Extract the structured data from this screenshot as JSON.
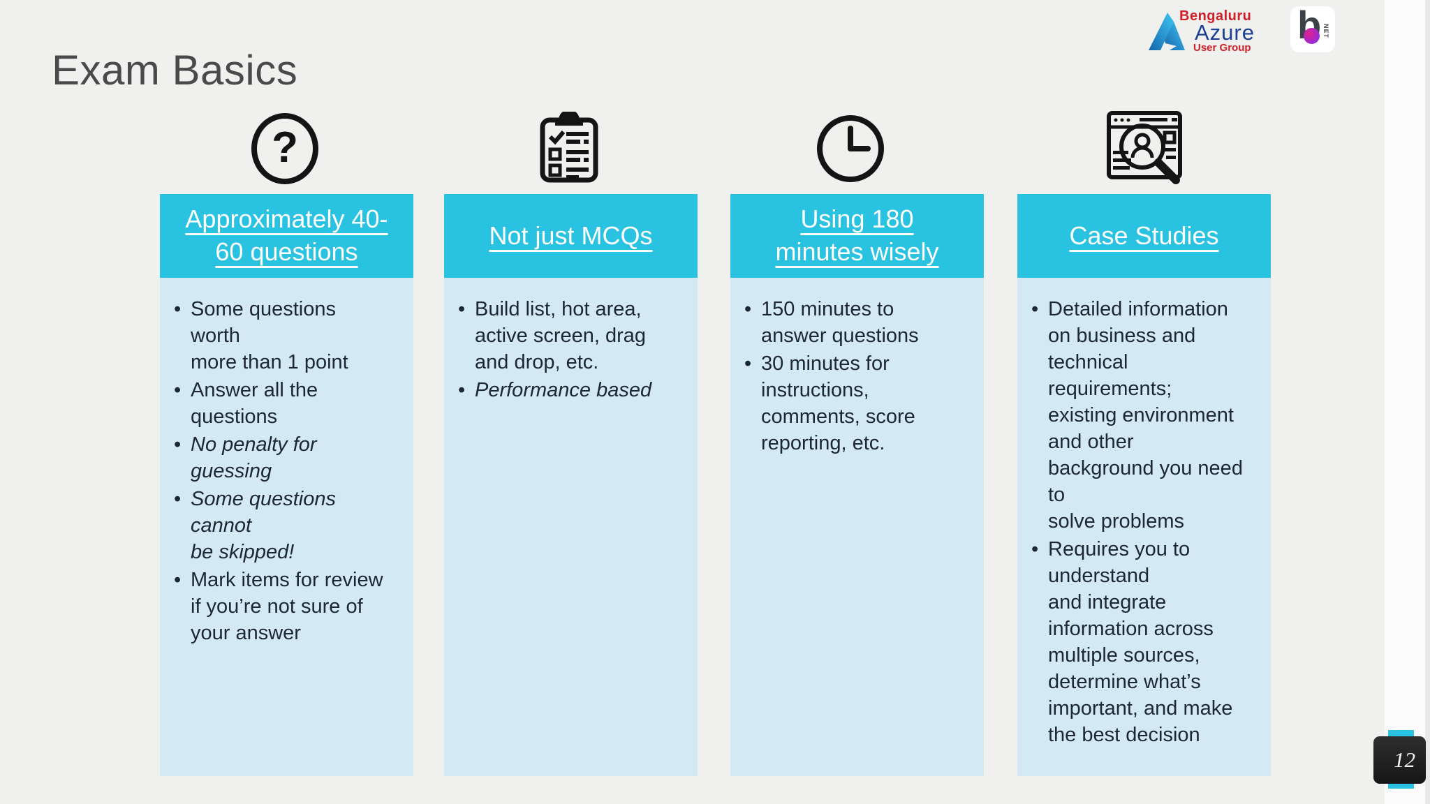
{
  "slide": {
    "title": "Exam Basics",
    "page_number": "12"
  },
  "ui": {
    "bullet": "•"
  },
  "logos": {
    "azure_user_group": {
      "top": "Bengaluru",
      "middle": "Azure",
      "bottom": "User Group"
    },
    "bdotnet": {
      "letter": "b",
      "suffix": "NET"
    }
  },
  "columns": [
    {
      "icon": "question-circle-icon",
      "header": "Approximately 40-\n60 questions",
      "bullets": [
        {
          "text": "Some questions\nworth\nmore than 1 point",
          "italic": false
        },
        {
          "text": "Answer all the\nquestions",
          "italic": false
        },
        {
          "text": "No penalty for\nguessing",
          "italic": true
        },
        {
          "text": "Some questions\ncannot\nbe skipped!",
          "italic": true
        },
        {
          "text": "Mark items for review\nif you’re not sure of\nyour answer",
          "italic": false
        }
      ]
    },
    {
      "icon": "checklist-clipboard-icon",
      "header": "Not just MCQs",
      "bullets": [
        {
          "text": "Build list, hot area,\nactive screen, drag\nand drop, etc.",
          "italic": false
        },
        {
          "text": "Performance based",
          "italic": true
        }
      ]
    },
    {
      "icon": "clock-icon",
      "header": "Using 180\nminutes wisely",
      "bullets": [
        {
          "text": "150 minutes to\nanswer questions",
          "italic": false
        },
        {
          "text": "30 minutes for\ninstructions,\ncomments, score\nreporting, etc.",
          "italic": false
        }
      ]
    },
    {
      "icon": "case-study-search-icon",
      "header": "Case Studies",
      "bullets": [
        {
          "text": "Detailed information\non business and\ntechnical\nrequirements;\nexisting environment\nand other\nbackground you need\nto\nsolve problems",
          "italic": false
        },
        {
          "text": "Requires you to\nunderstand\nand integrate\ninformation across\nmultiple sources,\ndetermine what’s\nimportant, and make\nthe best decision",
          "italic": false
        }
      ]
    }
  ],
  "colors": {
    "header_cyan": "#29c2e1",
    "panel_blue": "#d3e9f3",
    "background": "#f0f0ee",
    "text_dark": "#1d2733",
    "azure_blue": "#1b3f94",
    "logo_red": "#cf2028"
  }
}
